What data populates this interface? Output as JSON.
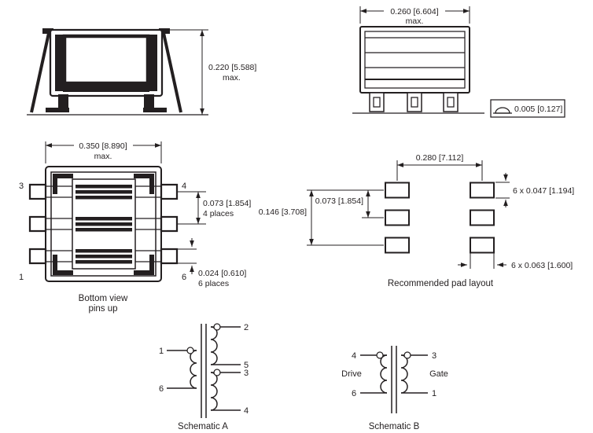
{
  "colors": {
    "line": "#231f20",
    "background": "#ffffff"
  },
  "side_view": {
    "dim_height": "0.220 [5.588]",
    "dim_height_note": "max."
  },
  "front_view": {
    "dim_width": "0.260 [6.604]",
    "dim_width_note": "max.",
    "coplanarity_dim": "0.005 [0.127]"
  },
  "bottom_view": {
    "dim_body": "0.350 [8.890]",
    "dim_body_note": "max.",
    "dim_pitch": "0.073 [1.854]",
    "dim_pitch_note": "4 places",
    "dim_pin_width": "0.024 [0.610]",
    "dim_pin_width_note": "6 places",
    "pin_top_left": "3",
    "pin_top_right": "4",
    "pin_bottom_left": "1",
    "pin_bottom_right": "6",
    "caption_line1": "Bottom view",
    "caption_line2": "pins up"
  },
  "pad_layout": {
    "dim_span": "0.280 [7.112]",
    "dim_row_pitch": "0.073 [1.854]",
    "dim_total_height": "0.146 [3.708]",
    "dim_pad_height": "6 x 0.047 [1.194]",
    "dim_pad_width": "6 x 0.063 [1.600]",
    "caption": "Recommended pad layout"
  },
  "schematic_a": {
    "caption": "Schematic A",
    "pin1": "1",
    "pin2": "2",
    "pin3": "3",
    "pin4": "4",
    "pin5": "5",
    "pin6": "6"
  },
  "schematic_b": {
    "caption": "Schematic B",
    "pin4": "4",
    "pin6": "6",
    "pin3": "3",
    "pin1": "1",
    "left_label": "Drive",
    "right_label": "Gate"
  }
}
